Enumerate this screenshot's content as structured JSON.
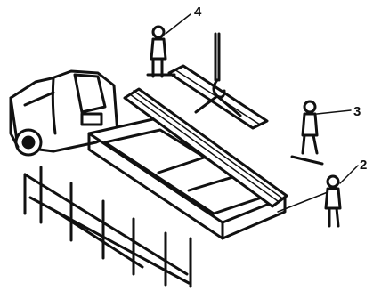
{
  "callouts": {
    "worker_4": "4",
    "worker_3": "3",
    "worker_2": "2"
  },
  "colors": {
    "ink": "#111111",
    "paper": "#ffffff"
  }
}
